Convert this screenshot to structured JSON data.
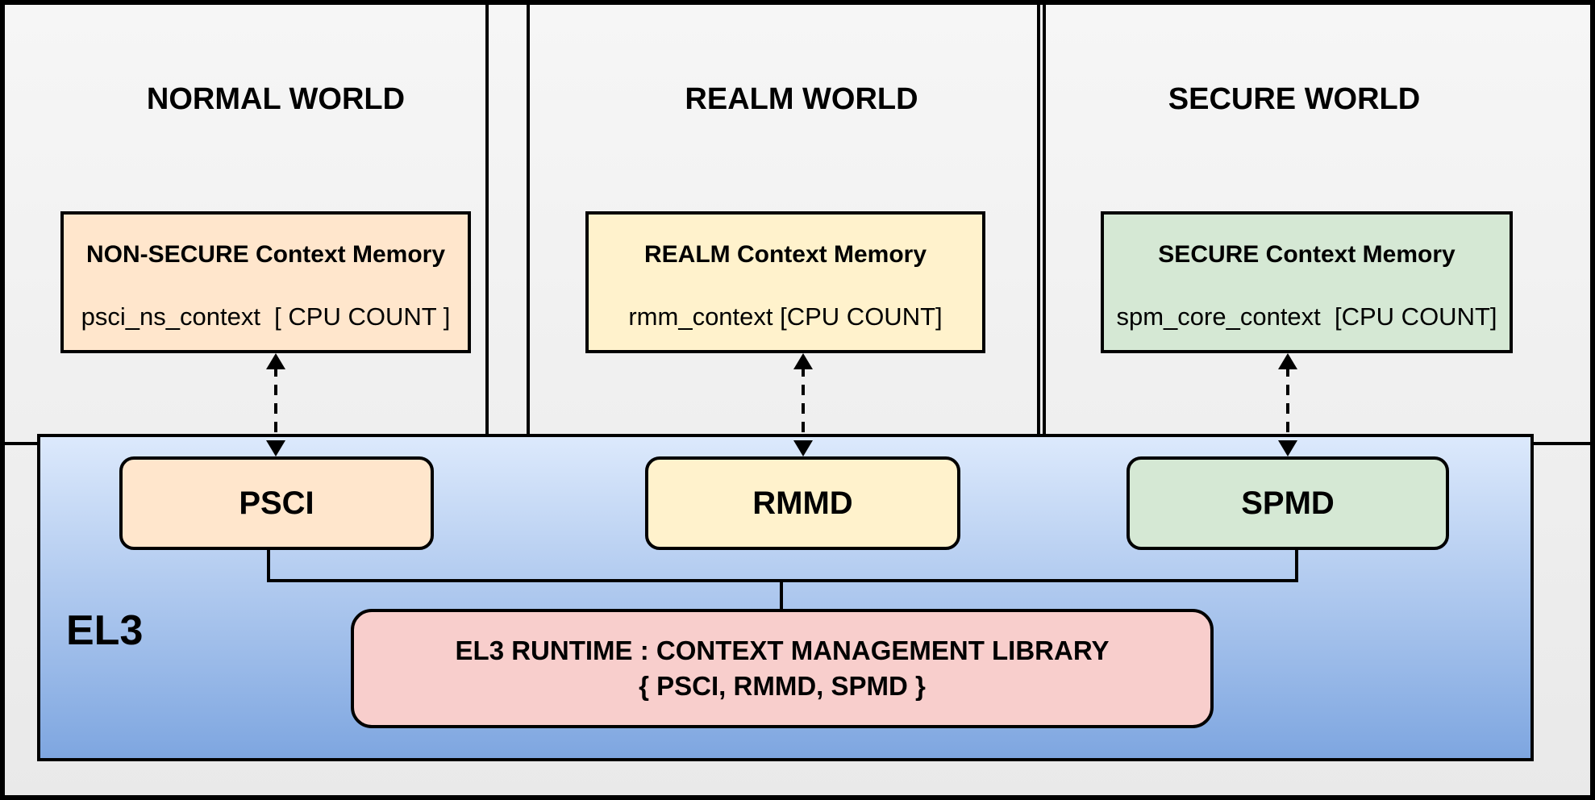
{
  "colors": {
    "background_top": "#F6F6F6",
    "background_bottom": "#E9E9E9",
    "line": "#000000",
    "peach": "#FFE6CC",
    "yellow": "#FFF2CC",
    "green": "#D5E8D4",
    "pink": "#F8CECC",
    "blue_top": "#DCE9FC",
    "blue_bottom": "#7EA6E0"
  },
  "worlds": [
    {
      "title": "NORMAL WORLD",
      "memory": {
        "title": "NON-SECURE Context Memory",
        "detail": "psci_ns_context  [ CPU COUNT ]"
      }
    },
    {
      "title": "REALM WORLD",
      "memory": {
        "title": "REALM Context Memory",
        "detail": "rmm_context [CPU COUNT]"
      }
    },
    {
      "title": "SECURE WORLD",
      "memory": {
        "title": "SECURE Context Memory",
        "detail": "spm_core_context  [CPU COUNT]"
      }
    }
  ],
  "el3": {
    "label": "EL3",
    "modules": [
      {
        "label": "PSCI"
      },
      {
        "label": "RMMD"
      },
      {
        "label": "SPMD"
      }
    ],
    "runtime": {
      "line1": "EL3 RUNTIME : CONTEXT MANAGEMENT LIBRARY",
      "line2": "{ PSCI, RMMD, SPMD }"
    }
  }
}
